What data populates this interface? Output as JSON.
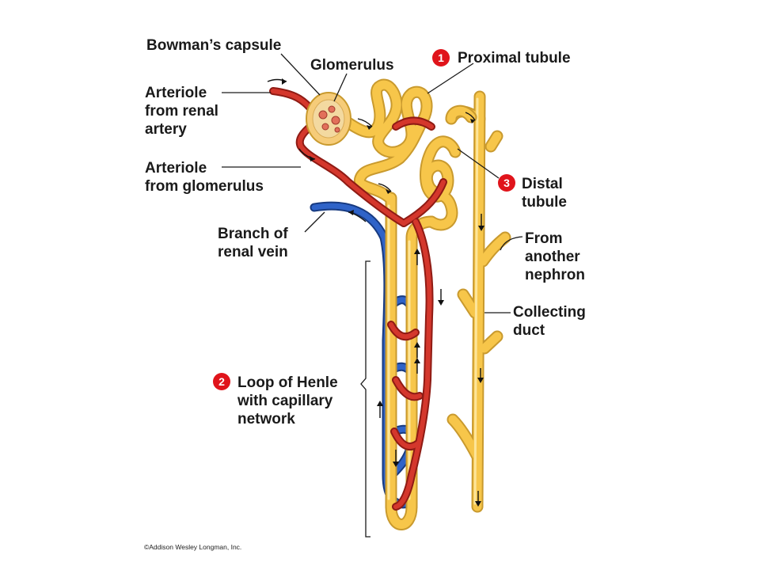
{
  "labels": {
    "bowmans_capsule": "Bowman’s capsule",
    "glomerulus": "Glomerulus",
    "arteriole_renal_1": "Arteriole",
    "arteriole_renal_2": "from renal",
    "arteriole_renal_3": "artery",
    "arteriole_glom_1": "Arteriole",
    "arteriole_glom_2": "from glomerulus",
    "renal_vein_1": "Branch of",
    "renal_vein_2": "renal vein",
    "proximal_tubule": "Proximal tubule",
    "distal_tubule_1": "Distal",
    "distal_tubule_2": "tubule",
    "from_nephron_1": "From",
    "from_nephron_2": "another",
    "from_nephron_3": "nephron",
    "collecting_duct_1": "Collecting",
    "collecting_duct_2": "duct",
    "loop_henle_1": "Loop of Henle",
    "loop_henle_2": "with capillary",
    "loop_henle_3": "network"
  },
  "badges": {
    "proximal": "1",
    "loop": "2",
    "distal": "3"
  },
  "credit": "©Addison Wesley Longman, Inc.",
  "colors": {
    "tubule": "#f7c64a",
    "artery": "#d4372c",
    "vein": "#2f63c8",
    "badge": "#e0141b"
  }
}
